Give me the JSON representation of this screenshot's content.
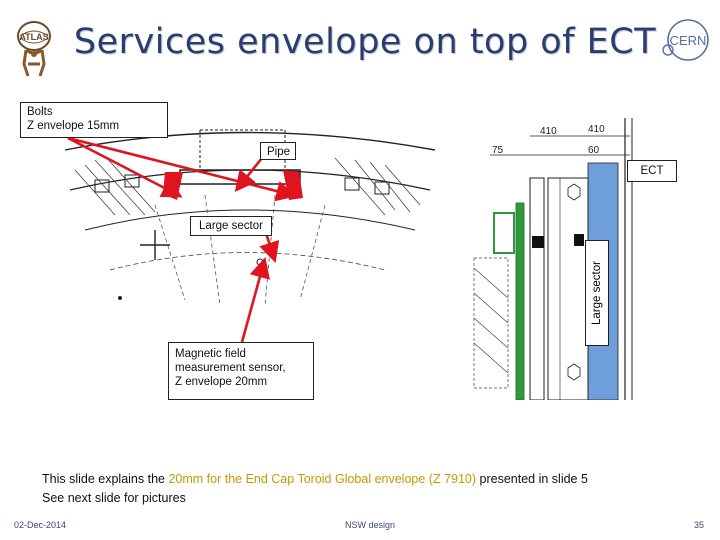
{
  "slide": {
    "title": "Services envelope on top of ECT",
    "logos": {
      "left": "ATLAS",
      "right": "CERN"
    }
  },
  "callouts": {
    "bolts": [
      "Bolts",
      "Z envelope 15mm"
    ],
    "pipe": "Pipe",
    "ect": "ECT",
    "large_sector": "Large sector",
    "large_sector_vertical": "Large sector",
    "sensor": [
      "Magnetic field",
      "measurement sensor,",
      "Z envelope 20mm"
    ]
  },
  "drawing_dims": {
    "d410_a": "410",
    "d410_b": "410",
    "d75": "75",
    "d60": "60"
  },
  "caption": {
    "line1_pre": "This slide explains the ",
    "line1_highlight": "20mm for the End Cap Toroid Global envelope (Z 7910)",
    "line1_post": " presented in slide 5",
    "line2": "See next slide for pictures"
  },
  "footer": {
    "date": "02-Dec-2014",
    "center": "NSW design",
    "page": "35"
  },
  "colors": {
    "title": "#2a3d6f",
    "arrow": "#e0131f",
    "highlight": "#c89a00",
    "sector_fill": "#6f9fd8",
    "green_part": "#2e9a3c"
  }
}
